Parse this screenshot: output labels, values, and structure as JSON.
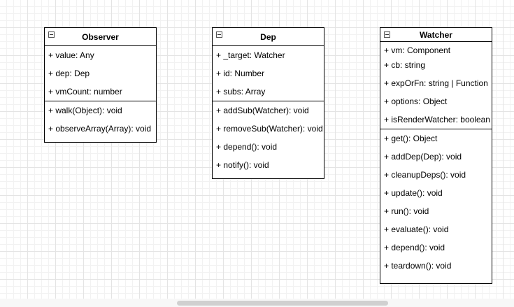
{
  "classes": [
    {
      "id": "observer",
      "name": "Observer",
      "attributes": [
        "+ value: Any",
        "+ dep: Dep",
        "+ vmCount: number"
      ],
      "methods": [
        "+ walk(Object): void",
        "+ observeArray(Array): void"
      ]
    },
    {
      "id": "dep",
      "name": "Dep",
      "attributes": [
        "+ _target: Watcher",
        "+ id: Number",
        "+ subs: Array"
      ],
      "methods": [
        "+ addSub(Watcher): void",
        "+ removeSub(Watcher): void",
        "+ depend(): void",
        "+ notify(): void"
      ]
    },
    {
      "id": "watcher",
      "name": "Watcher",
      "attributes": [
        "+ vm: Component",
        "+ cb: string",
        "+ expOrFn: string | Function",
        "+ options: Object",
        "+ isRenderWatcher: boolean"
      ],
      "methods": [
        "+ get(): Object",
        "+ addDep(Dep): void",
        "+ cleanupDeps(): void",
        "+ update(): void",
        "+ run(): void",
        "+ evaluate(): void",
        "+ depend(): void",
        "+ teardown(): void"
      ]
    }
  ]
}
